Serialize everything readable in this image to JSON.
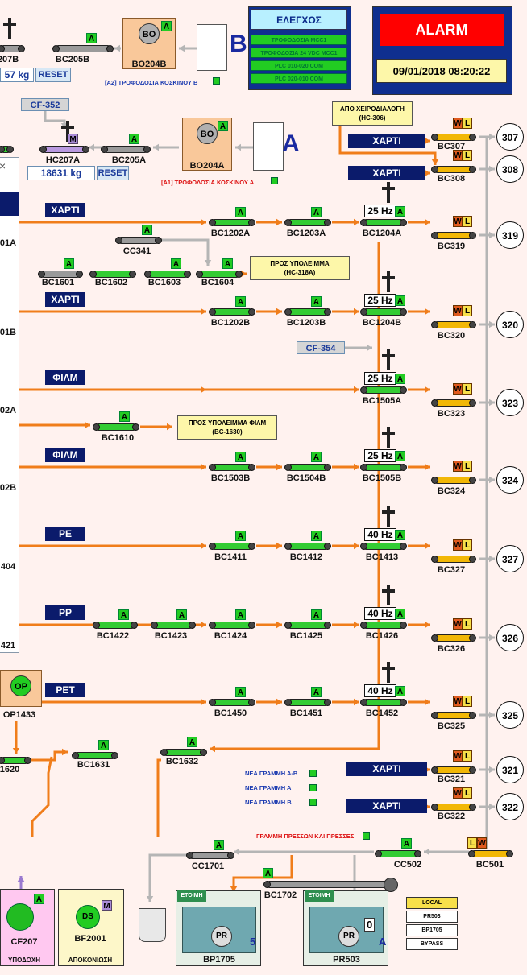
{
  "control": {
    "title": "ΕΛΕΓΧΟΣ",
    "statuses": [
      "ΤΡΟΦΟΔΟΣΙΑ MCC1",
      "ΤΡΟΦΟΔΟΣΙΑ 24 VDC MCC1",
      "PLC 010-020 COM",
      "PLC 020-010 COM"
    ]
  },
  "alarm": {
    "label": "ALARM",
    "datetime": "09/01/2018 08:20:22"
  },
  "feeder_b": {
    "letter": "B",
    "caption": "[A2] ΤΡΟΦΟΔΟΣΙΑ ΚΟΣΚΙΝΟΥ Β",
    "bo_label": "BO",
    "bo_name": "BO204B",
    "weight": "57 kg",
    "reset": "RESET",
    "conv1": "207B",
    "conv2": "BC205B"
  },
  "feeder_a": {
    "letter": "A",
    "caption": "[A1] ΤΡΟΦΟΔΟΣΙΑ ΚΟΣΚΙΝΟΥ Α",
    "bo_label": "BO",
    "bo_name": "BO204A",
    "weight": "18631 kg",
    "reset": "RESET",
    "conv1": "HC207A",
    "conv2": "BC205A"
  },
  "cf352": "CF-352",
  "cf354": "CF-354",
  "notes": {
    "hc306": [
      "ΑΠΟ ΧΕΙΡΟΔΙΑΛΟΓΗ",
      "(HC-306)"
    ],
    "hc318a": [
      "ΠΡΟΣ ΥΠΟΛΕΙΜΜΑ",
      "(HC-318A)"
    ],
    "bc1630": [
      "ΠΡΟΣ ΥΠΟΛΕΙΜΜΑ ΦΙΛΜ",
      "(BC-1630)"
    ]
  },
  "materials": {
    "paper": "ΧΑΡΤΙ",
    "film": "ΦΙΛΜ",
    "pe": "PE",
    "pp": "PP",
    "pet": "PET"
  },
  "hz": {
    "h25": "25 Hz",
    "h40": "40 Hz"
  },
  "badges": {
    "a": "A",
    "m": "M",
    "w": "W",
    "l": "L"
  },
  "left_partials": [
    "01A",
    "01B",
    "02A",
    "02B",
    "404",
    "421"
  ],
  "rows": [
    {
      "c1": "BC1202A",
      "c2": "BC1203A",
      "c3": "BC1204A",
      "out": "BC319",
      "num": "319"
    },
    {
      "c1": "BC1202B",
      "c2": "BC1203B",
      "c3": "BC1204B",
      "out": "BC320",
      "num": "320"
    },
    {
      "c3": "BC1505A",
      "out": "BC323",
      "num": "323"
    },
    {
      "c1": "BC1503B",
      "c2": "BC1504B",
      "c3": "BC1505B",
      "out": "BC324",
      "num": "324"
    },
    {
      "c1": "BC1411",
      "c2": "BC1412",
      "c3": "BC1413",
      "out": "BC327",
      "num": "327"
    },
    {
      "c0": "BC1422",
      "c01": "BC1423",
      "c1": "BC1424",
      "c2": "BC1425",
      "c3": "BC1426",
      "out": "BC326",
      "num": "326"
    },
    {
      "c1": "BC1450",
      "c2": "BC1451",
      "c3": "BC1452",
      "out": "BC325",
      "num": "325"
    }
  ],
  "top_outputs": [
    {
      "out": "BC307",
      "num": "307"
    },
    {
      "out": "BC308",
      "num": "308"
    }
  ],
  "bottom_outputs": [
    {
      "out": "BC321",
      "num": "321"
    },
    {
      "out": "BC322",
      "num": "322"
    }
  ],
  "misc": {
    "cc341": "CC341",
    "bc1601": "BC1601",
    "bc1602": "BC1602",
    "bc1603": "BC1603",
    "bc1604": "BC1604",
    "bc1610": "BC1610",
    "op": "OP",
    "op1433": "OP1433",
    "bc1620": "1620",
    "bc1631": "BC1631",
    "bc1632": "BC1632",
    "cc1701": "CC1701",
    "bc1702": "BC1702",
    "cc502": "CC502",
    "bc501": "BC501"
  },
  "new_lines": [
    "ΝΕΑ ΓΡΑΜΜΗ Α-Β",
    "ΝΕΑ ΓΡΑΜΜΗ Α",
    "ΝΕΑ ΓΡΑΜΜΗ Β"
  ],
  "press_caption": "ΓΡΑΜΜΗ ΠΡΕΣΣΩΝ ΚΑΙ ΠΡΕΣΣΕΣ",
  "cf207": {
    "name": "CF207",
    "sub": "ΥΠΟΔΟΧΗ"
  },
  "bf2001": {
    "label": "DS",
    "name": "BF2001",
    "sub": "ΑΠΟΚΟΝΙΩΣΗ"
  },
  "press1": {
    "status": "ΕΤΟΙΜΗ",
    "label": "PR",
    "num": "5",
    "name": "BP1705"
  },
  "press2": {
    "status": "ΕΤΟΙΜΗ",
    "label": "PR",
    "num": "0",
    "letter": "A",
    "name": "PR503"
  },
  "legend": [
    "LOCAL",
    "PR503",
    "BP1705",
    "BYPASS"
  ],
  "colors": {
    "bg": "#fff2ef",
    "flow": "#f07d1a",
    "pipe": "#b5b5b5",
    "navy": "#0b1b6b",
    "green": "#22cc22"
  }
}
